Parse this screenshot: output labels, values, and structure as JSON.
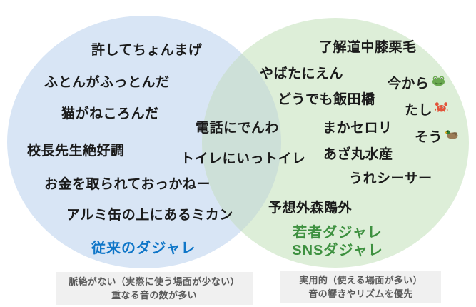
{
  "venn": {
    "left_circle": {
      "fill": "#d8e5f5",
      "label": "従来のダジャレ",
      "label_color": "#0f76c8",
      "items": [
        "許してちょんまげ",
        "ふとんがふっとんだ",
        "猫がねころんだ",
        "校長先生絶好調",
        "お金を取られておっかねー",
        "アルミ缶の上にあるミカン"
      ]
    },
    "overlap": {
      "fill": "#cde0d8",
      "items": [
        "電話にでんわ",
        "トイレにいっトイレ"
      ]
    },
    "right_circle": {
      "fill": "#ddeed8",
      "label_line1": "若者ダジャレ",
      "label_line2": "SNSダジャレ",
      "label_color": "#3e9140",
      "items": [
        "了解道中膝栗毛",
        "やばたにえん",
        "どうでも飯田橋",
        "まかセロリ",
        "あざ丸水産",
        "うれシーサー",
        "予想外森鴎外"
      ],
      "emoji_items": [
        {
          "text": "今から",
          "icon": "frog-emoji"
        },
        {
          "text": "たし",
          "icon": "crab-emoji"
        },
        {
          "text": "そう",
          "icon": "duck-emoji"
        }
      ]
    }
  },
  "captions": {
    "left": {
      "line1": "脈絡がない（実際に使う場面が少ない）",
      "line2": "重なる音の数が多い"
    },
    "right": {
      "line1": "実用的（使える場面が多い）",
      "line2": "音の響きやリズムを優先"
    }
  }
}
